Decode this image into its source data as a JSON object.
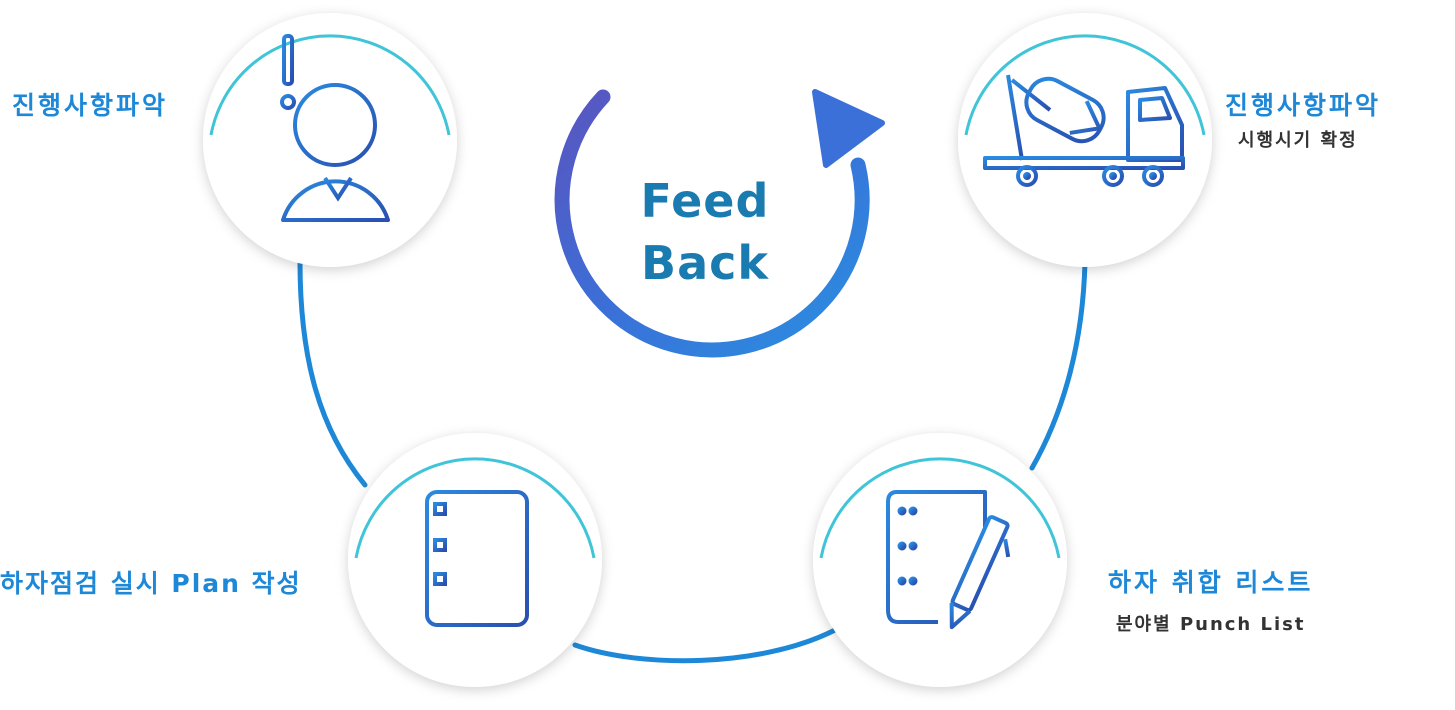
{
  "center": {
    "line1": "Feed",
    "line2": "Back"
  },
  "nodes": {
    "top_left": {
      "title": "진행사항파악",
      "icon": "person-alert-icon"
    },
    "top_right": {
      "title": "진행사항파악",
      "subtitle": "시행시기 확정",
      "icon": "concrete-mixer-truck-icon"
    },
    "bottom_left": {
      "title": "하자점검 실시 Plan 작성",
      "icon": "server-list-icon"
    },
    "bottom_right": {
      "title": "하자 취합 리스트",
      "subtitle": "분야별 Punch List",
      "icon": "checklist-pen-icon"
    }
  },
  "colors": {
    "accent": "#1e88d8",
    "ring": "#40c4d8",
    "icon": "#2a5fc0",
    "feedback_text": "#1a7bb0"
  }
}
